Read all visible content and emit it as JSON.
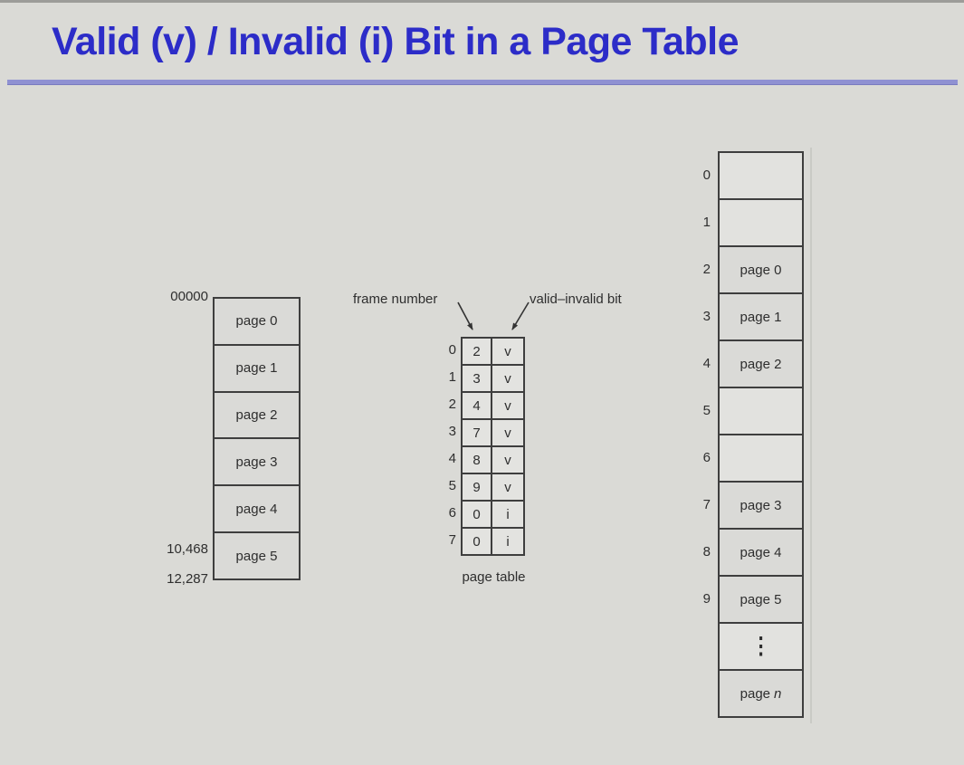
{
  "title": "Valid (v) / Invalid (i) Bit in a Page Table",
  "colors": {
    "background": "#dadad6",
    "title_text": "#2c2cc8",
    "title_underline": "#8f91d2",
    "diagram_border": "#3e3e3e",
    "cell_filled": "#dadad7",
    "cell_empty": "#e2e2df",
    "page_table_cell": "#e3e3e0",
    "label_text": "#2e2e2e"
  },
  "logical_memory": {
    "address_top": "00000",
    "address_page5_start": "10,468",
    "address_end": "12,287",
    "pages": [
      "page 0",
      "page 1",
      "page 2",
      "page 3",
      "page 4",
      "page 5"
    ]
  },
  "page_table": {
    "caption": "page table",
    "frame_number_label": "frame number",
    "valid_invalid_label": "valid–invalid bit",
    "rows": [
      {
        "index": "0",
        "frame": "2",
        "bit": "v"
      },
      {
        "index": "1",
        "frame": "3",
        "bit": "v"
      },
      {
        "index": "2",
        "frame": "4",
        "bit": "v"
      },
      {
        "index": "3",
        "frame": "7",
        "bit": "v"
      },
      {
        "index": "4",
        "frame": "8",
        "bit": "v"
      },
      {
        "index": "5",
        "frame": "9",
        "bit": "v"
      },
      {
        "index": "6",
        "frame": "0",
        "bit": "i"
      },
      {
        "index": "7",
        "frame": "0",
        "bit": "i"
      }
    ]
  },
  "physical_memory": {
    "frames": [
      {
        "index": "0",
        "content": ""
      },
      {
        "index": "1",
        "content": ""
      },
      {
        "index": "2",
        "content": "page 0"
      },
      {
        "index": "3",
        "content": "page 1"
      },
      {
        "index": "4",
        "content": "page 2"
      },
      {
        "index": "5",
        "content": ""
      },
      {
        "index": "6",
        "content": ""
      },
      {
        "index": "7",
        "content": "page 3"
      },
      {
        "index": "8",
        "content": "page 4"
      },
      {
        "index": "9",
        "content": "page 5"
      },
      {
        "index": "",
        "content": "⋮"
      },
      {
        "index": "",
        "content": "page",
        "content_italic": "n"
      }
    ]
  }
}
